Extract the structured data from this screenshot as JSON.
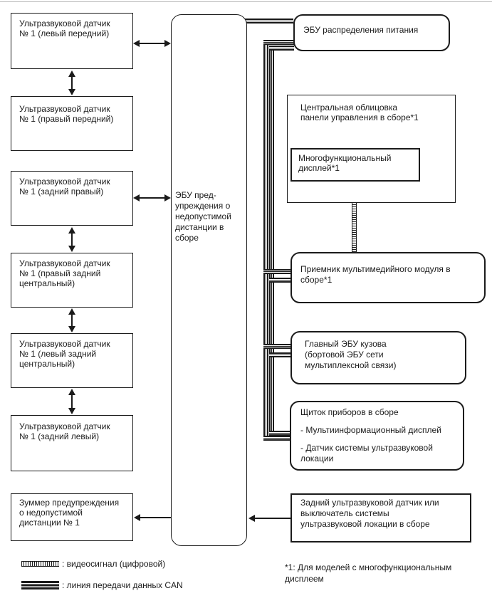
{
  "diagram": {
    "title_hint": "Ultrasonic clearance warning system communication diagram",
    "colors": {
      "line": "#1b1b1b",
      "background": "#ffffff"
    },
    "left_column": {
      "sensors": [
        {
          "label": "Ультразвуковой датчик\n№ 1 (левый передний)"
        },
        {
          "label": "Ультразвуковой датчик\n№ 1 (правый передний)"
        },
        {
          "label": "Ультразвуковой датчик\n№ 1 (задний правый)"
        },
        {
          "label": "Ультразвуковой датчик\n№ 1 (правый задний\nцентральный)"
        },
        {
          "label": "Ультразвуковой датчик\n№ 1 (левый задний\nцентральный)"
        },
        {
          "label": "Ультразвуковой датчик\n№ 1 (задний левый)"
        }
      ],
      "buzzer": {
        "label": "Зуммер предупреждения\nо недопустимой\nдистанции № 1"
      }
    },
    "center_ecu": {
      "label": "ЭБУ пред-\nупреждения о\nнедопустимой\nдистанции в\nсборе"
    },
    "right_column": {
      "power_ecu": {
        "label": "ЭБУ распределения питания"
      },
      "center_trim": {
        "label": "Центральная облицовка\nпанели управления в сборе*1"
      },
      "multifunction_display": {
        "label": "Многофункциональный\nдисплей*1"
      },
      "multimedia_receiver": {
        "label": "Приемник мультимедийного модуля в\nсборе*1"
      },
      "main_body_ecu": {
        "label": "Главный ЭБУ кузова\n(бортовой ЭБУ сети\nмультиплексной связи)"
      },
      "instrument_cluster": {
        "title": "Щиток приборов в сборе",
        "items": [
          "- Мультиинформационный дисплей",
          "- Датчик системы ультразвуковой\nлокации"
        ]
      },
      "rear_sensor_switch": {
        "label": "Задний ультразвуковой датчик или\nвыключатель системы\nультразвуковой локации в сборе"
      }
    },
    "legend": [
      {
        "symbol": "video-signal-line",
        "label": ": видеосигнал (цифровой)"
      },
      {
        "symbol": "can-data-line",
        "label": ": линия передачи данных CAN"
      }
    ],
    "footnote": "*1: Для моделей с многофункциональным\nдисплеем"
  }
}
